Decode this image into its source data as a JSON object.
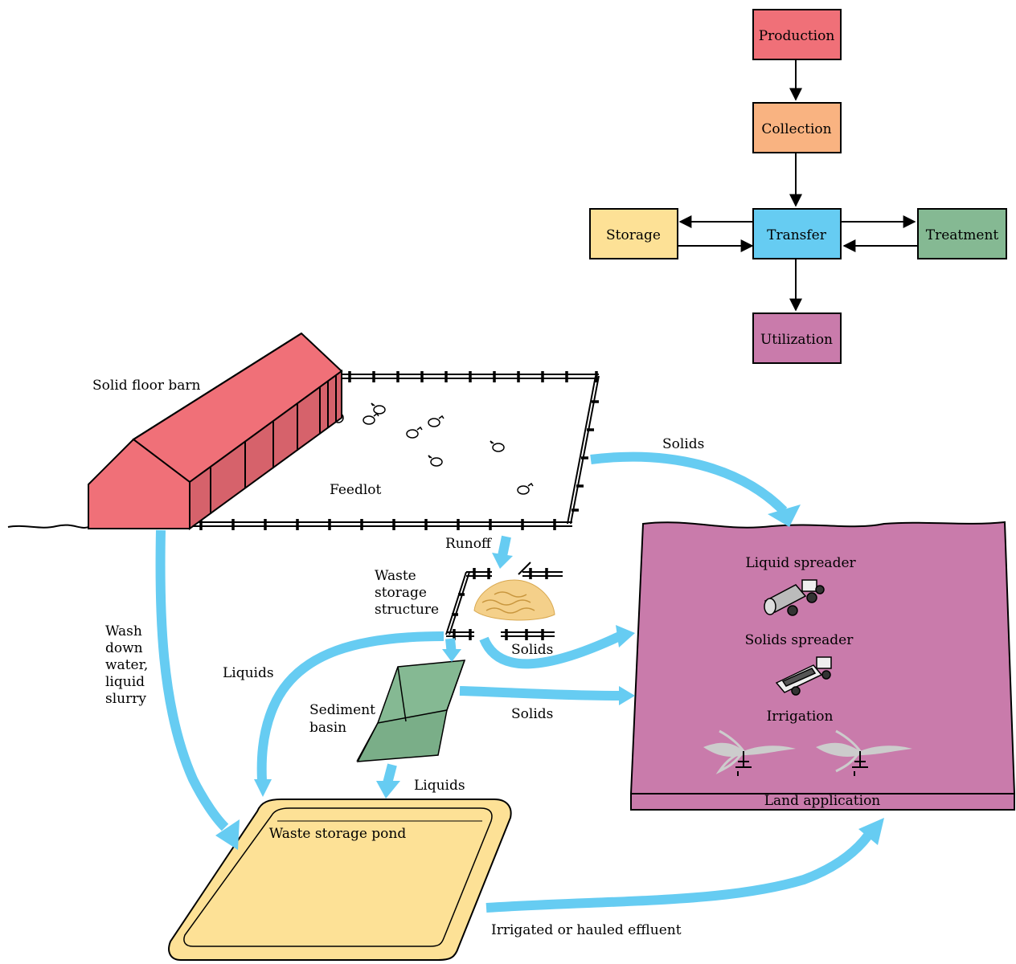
{
  "flowchart": {
    "production": "Production",
    "collection": "Collection",
    "transfer": "Transfer",
    "storage": "Storage",
    "treatment": "Treatment",
    "utilization": "Utilization"
  },
  "colors": {
    "production": "#f07078",
    "collection": "#f9b381",
    "transfer": "#66ccf2",
    "storage": "#fde196",
    "treatment": "#85b993",
    "utilization": "#c97bab",
    "barn": "#f07078",
    "field": "#c97bab",
    "pond": "#fde196",
    "sediment": "#85b993",
    "flow_arrow": "#66ccf2"
  },
  "labels": {
    "solid_floor_barn": "Solid floor barn",
    "feedlot": "Feedlot",
    "runoff": "Runoff",
    "waste_storage_structure": [
      "Waste",
      "storage",
      "structure"
    ],
    "wash_down": [
      "Wash",
      "down",
      "water,",
      "liquid",
      "slurry"
    ],
    "liquids_left": "Liquids",
    "sediment_basin": [
      "Sediment",
      "basin"
    ],
    "liquids_bottom": "Liquids",
    "solids_top": "Solids",
    "solids_mid": "Solids",
    "solids_low": "Solids",
    "waste_storage_pond": "Waste storage pond",
    "irrigated_effluent": "Irrigated or hauled effluent",
    "liquid_spreader": "Liquid spreader",
    "solids_spreader": "Solids spreader",
    "irrigation": "Irrigation",
    "land_application": "Land application"
  },
  "icons": [
    "sheep-icon",
    "liquid-spreader-icon",
    "solids-spreader-icon",
    "irrigation-sprinkler-icon"
  ]
}
